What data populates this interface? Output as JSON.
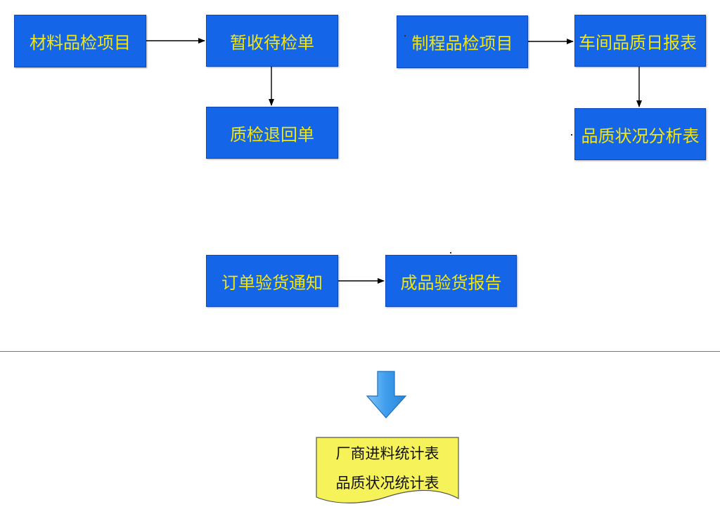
{
  "diagram": {
    "nodes": {
      "material_inspection_items": "材料品检项目",
      "temp_receipt_pending_inspection": "暂收待检单",
      "qc_return_slip": "质检退回单",
      "process_inspection_items": "制程品检项目",
      "workshop_daily_quality_report": "车间品质日报表",
      "quality_status_analysis": "品质状况分析表",
      "order_acceptance_notice": "订单验货通知",
      "finished_goods_inspection_report": "成品验货报告"
    },
    "output_document": {
      "lines": [
        "厂商进料统计表",
        "品质状况统计表"
      ]
    },
    "edges": [
      {
        "from": "材料品检项目",
        "to": "暂收待检单"
      },
      {
        "from": "暂收待检单",
        "to": "质检退回单"
      },
      {
        "from": "制程品检项目",
        "to": "车间品质日报表"
      },
      {
        "from": "车间品质日报表",
        "to": "品质状况分析表"
      },
      {
        "from": "订单验货通知",
        "to": "成品验货报告"
      }
    ],
    "colors": {
      "box_fill": "#1565e8",
      "box_text": "#f3e60c",
      "document_fill": "#f6f25a",
      "down_arrow": "#4aa8f0"
    }
  }
}
